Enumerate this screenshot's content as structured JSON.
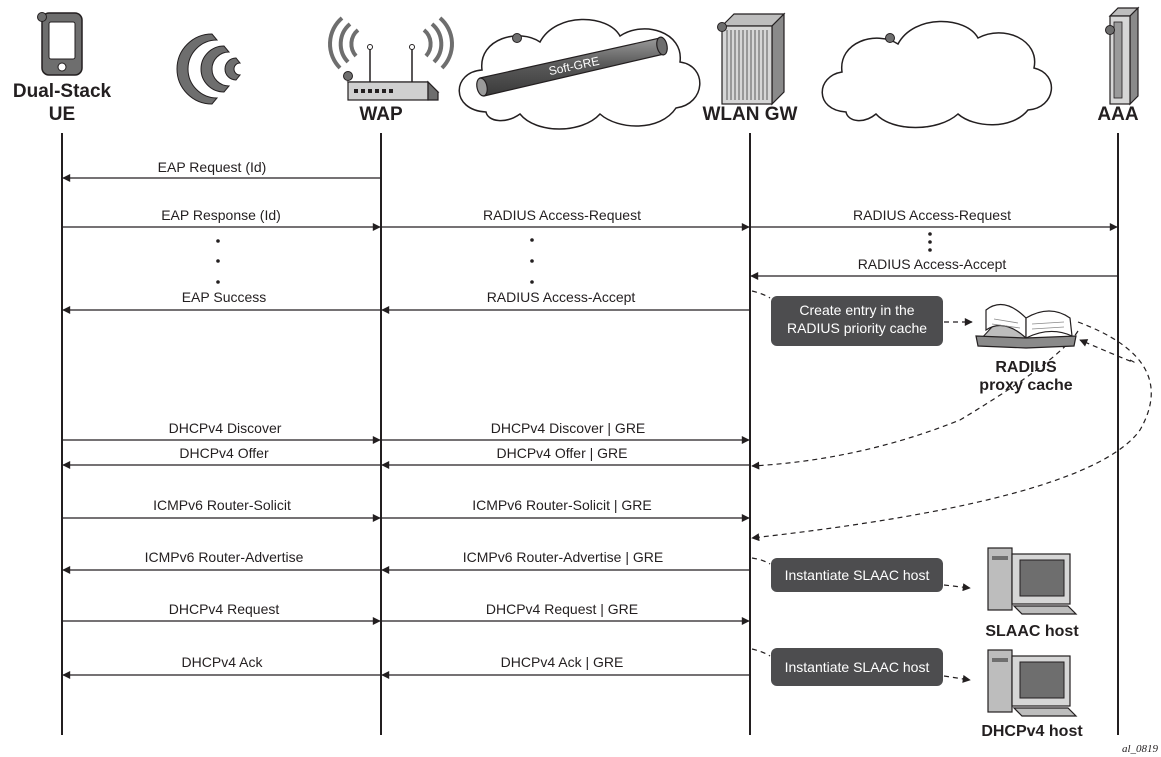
{
  "entities": {
    "ue": [
      "Dual-Stack",
      "UE"
    ],
    "wap": "WAP",
    "tunnel": "Soft-GRE",
    "wlan_gw": "WLAN GW",
    "aaa": "AAA"
  },
  "messages": [
    {
      "id": "eap-req",
      "text": "EAP Request (Id)"
    },
    {
      "id": "eap-resp",
      "text": "EAP Response (Id)"
    },
    {
      "id": "radius-req-1",
      "text": "RADIUS Access-Request"
    },
    {
      "id": "radius-req-2",
      "text": "RADIUS Access-Request"
    },
    {
      "id": "radius-accept-1",
      "text": "RADIUS Access-Accept"
    },
    {
      "id": "eap-success",
      "text": "EAP Success"
    },
    {
      "id": "radius-accept-2",
      "text": "RADIUS Access-Accept"
    },
    {
      "id": "dhcp-discover",
      "text": "DHCPv4 Discover"
    },
    {
      "id": "dhcp-discover-gre",
      "text": "DHCPv4 Discover | GRE"
    },
    {
      "id": "dhcp-offer",
      "text": "DHCPv4 Offer"
    },
    {
      "id": "dhcp-offer-gre",
      "text": "DHCPv4 Offer | GRE"
    },
    {
      "id": "rs",
      "text": "ICMPv6 Router-Solicit"
    },
    {
      "id": "rs-gre",
      "text": "ICMPv6 Router-Solicit | GRE"
    },
    {
      "id": "ra",
      "text": "ICMPv6 Router-Advertise"
    },
    {
      "id": "ra-gre",
      "text": "ICMPv6 Router-Advertise | GRE"
    },
    {
      "id": "dhcp-req",
      "text": "DHCPv4 Request"
    },
    {
      "id": "dhcp-req-gre",
      "text": "DHCPv4 Request | GRE"
    },
    {
      "id": "dhcp-ack",
      "text": "DHCPv4 Ack"
    },
    {
      "id": "dhcp-ack-gre",
      "text": "DHCPv4 Ack | GRE"
    }
  ],
  "notes": {
    "cache": [
      "Create entry in the",
      "RADIUS priority cache"
    ],
    "slaac": "Instantiate SLAAC host",
    "dhcp": "Instantiate SLAAC host"
  },
  "resources": {
    "cache": [
      "RADIUS",
      "proxy cache"
    ],
    "slaac": "SLAAC host",
    "dhcp": "DHCPv4 host"
  },
  "figure_id": "al_0819"
}
